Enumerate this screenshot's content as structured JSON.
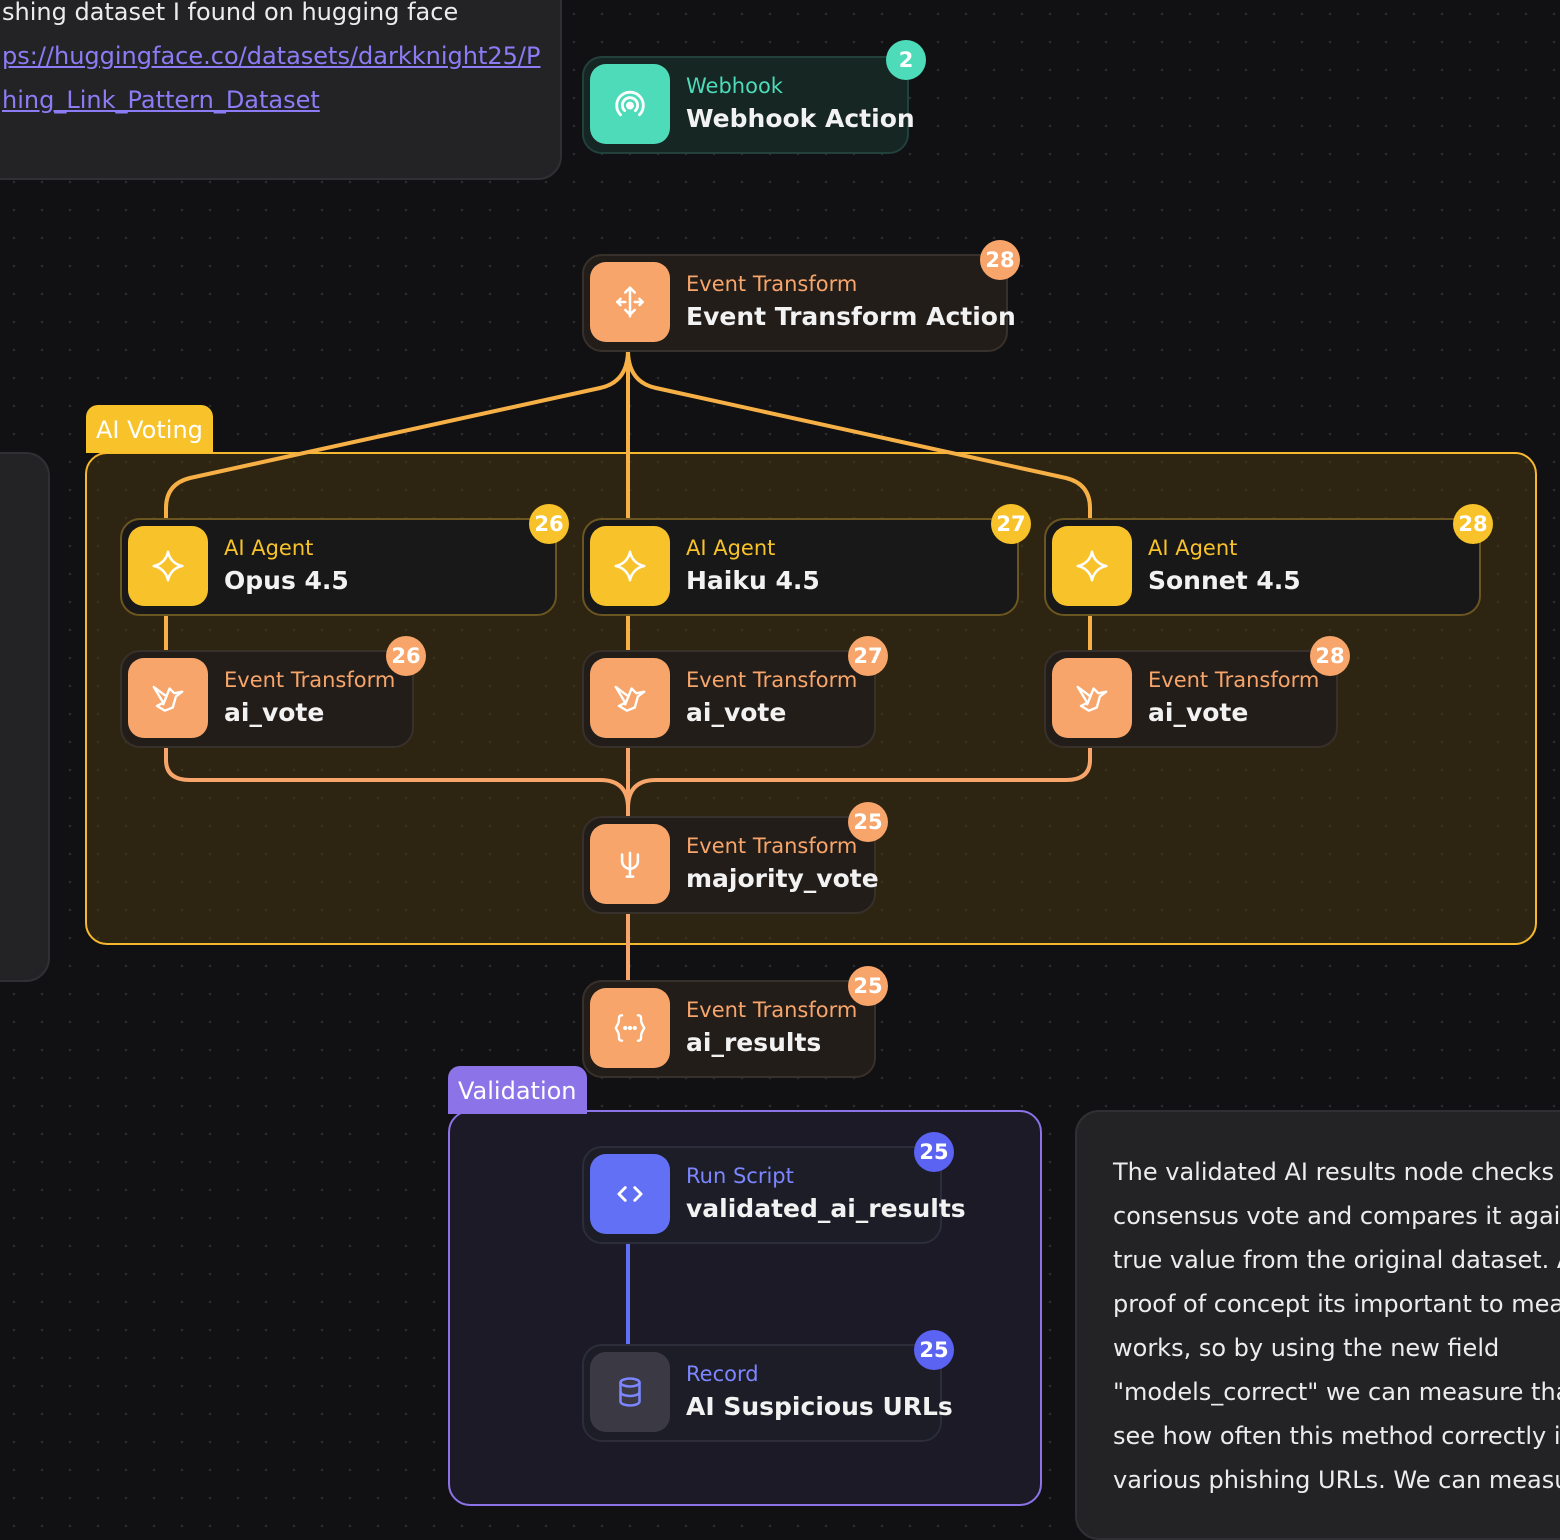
{
  "notes": {
    "top": {
      "line1": "shing dataset I found on hugging face",
      "link_line1": "ps://huggingface.co/datasets/darkknight25/P",
      "link_line2": "hing_Link_Pattern_Dataset"
    },
    "right": {
      "lines": [
        "The validated AI results node checks th",
        "consensus vote and compares it agains",
        "true value from the original dataset. As",
        "proof of concept its important to meas",
        "works, so by using the new field",
        "\"models_correct\" we can measure that",
        "see how often this method correctly id",
        "various phishing URLs. We can measure"
      ]
    }
  },
  "groups": {
    "ai_voting": {
      "label": "AI Voting"
    },
    "validation": {
      "label": "Validation"
    }
  },
  "nodes": {
    "webhook": {
      "type": "Webhook",
      "name": "Webhook Action",
      "badge": "2",
      "icon": "webhook-icon"
    },
    "event_transform": {
      "type": "Event Transform",
      "name": "Event Transform Action",
      "badge": "28",
      "icon": "split-icon"
    },
    "agent_opus": {
      "type": "AI Agent",
      "name": "Opus 4.5",
      "badge": "26",
      "icon": "sparkle-icon"
    },
    "agent_haiku": {
      "type": "AI Agent",
      "name": "Haiku 4.5",
      "badge": "27",
      "icon": "sparkle-icon"
    },
    "agent_sonnet": {
      "type": "AI Agent",
      "name": "Sonnet 4.5",
      "badge": "28",
      "icon": "sparkle-icon"
    },
    "vote_opus": {
      "type": "Event Transform",
      "name": "ai_vote",
      "badge": "26",
      "icon": "bird-icon"
    },
    "vote_haiku": {
      "type": "Event Transform",
      "name": "ai_vote",
      "badge": "27",
      "icon": "bird-icon"
    },
    "vote_sonnet": {
      "type": "Event Transform",
      "name": "ai_vote",
      "badge": "28",
      "icon": "bird-icon"
    },
    "majority_vote": {
      "type": "Event Transform",
      "name": "majority_vote",
      "badge": "25",
      "icon": "trident-icon"
    },
    "ai_results": {
      "type": "Event Transform",
      "name": "ai_results",
      "badge": "25",
      "icon": "braces-icon"
    },
    "validated": {
      "type": "Run Script",
      "name": "validated_ai_results",
      "badge": "25",
      "icon": "code-icon"
    },
    "record": {
      "type": "Record",
      "name": "AI Suspicious URLs",
      "badge": "25",
      "icon": "database-icon"
    }
  },
  "colors": {
    "webhook": "#4ddbb9",
    "transform": "#f7a56a",
    "agent": "#f8c22a",
    "script": "#6270f5",
    "record_icon": "#3a3944",
    "badge_blue": "#5b63f2",
    "group_voting_border": "#f5b82e",
    "group_validation_border": "#8d73e8"
  }
}
